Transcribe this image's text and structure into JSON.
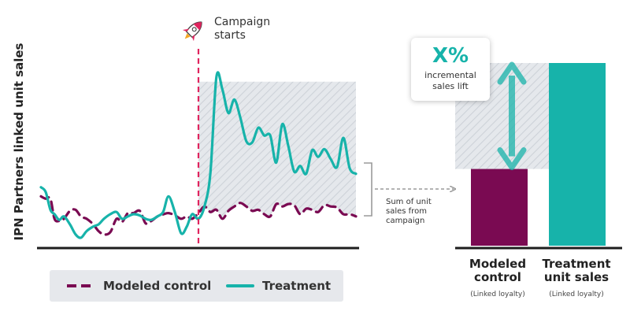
{
  "chart_data": [
    {
      "type": "line",
      "title": "",
      "ylabel": "IPN Partners linked unit sales",
      "xlabel": "",
      "grid": false,
      "ylim": [
        0,
        1
      ],
      "xlim": [
        0,
        100
      ],
      "series": [
        {
          "name": "Modeled control",
          "color": "#7a0a52",
          "style": "dashed",
          "x": [
            0,
            1.5,
            3,
            4.3,
            5.8,
            7.3,
            9.2,
            11,
            12.7,
            14.5,
            16.6,
            18.3,
            20,
            22,
            24,
            25.7,
            27.6,
            29.4,
            31.4,
            33.2,
            35,
            37,
            38.8,
            40.5,
            42.5,
            44.5,
            46.3,
            48,
            50,
            51.9,
            53.8,
            55.7,
            57.6,
            59.5,
            61.4,
            63.3,
            65.2,
            67.1,
            69,
            70.9,
            72.8,
            74.7,
            76.6,
            78.5,
            80.4,
            82.3,
            84.2,
            86.1,
            88,
            90,
            92,
            94,
            96,
            98,
            100
          ],
          "y": [
            0.268,
            0.255,
            0.255,
            0.146,
            0.134,
            0.146,
            0.189,
            0.195,
            0.158,
            0.146,
            0.116,
            0.079,
            0.061,
            0.073,
            0.146,
            0.128,
            0.177,
            0.177,
            0.189,
            0.122,
            0.134,
            0.159,
            0.17,
            0.177,
            0.165,
            0.146,
            0.159,
            0.146,
            0.177,
            0.213,
            0.183,
            0.195,
            0.146,
            0.189,
            0.213,
            0.232,
            0.213,
            0.189,
            0.195,
            0.171,
            0.159,
            0.226,
            0.213,
            0.226,
            0.22,
            0.171,
            0.201,
            0.195,
            0.183,
            0.22,
            0.213,
            0.207,
            0.171,
            0.171,
            0.159
          ]
        },
        {
          "name": "Treatment",
          "color": "#17b3aa",
          "style": "solid",
          "x": [
            0,
            1.5,
            3,
            4.3,
            5.8,
            7.3,
            9.2,
            11,
            12.7,
            14.5,
            16.6,
            18.3,
            20,
            22,
            24,
            25.7,
            27.6,
            29.4,
            31.4,
            33.2,
            35,
            37,
            38.8,
            40.5,
            42.5,
            44.5,
            46.3,
            48,
            50,
            51.9,
            53.8,
            55.7,
            57.6,
            59.5,
            61.4,
            63.3,
            65.2,
            67.1,
            69,
            70.9,
            72.8,
            74.7,
            76.6,
            78.5,
            80.4,
            82.3,
            84.2,
            86.1,
            88,
            90,
            92,
            94,
            96,
            98,
            100
          ],
          "y": [
            0.317,
            0.292,
            0.195,
            0.171,
            0.14,
            0.159,
            0.116,
            0.061,
            0.043,
            0.079,
            0.104,
            0.116,
            0.146,
            0.171,
            0.183,
            0.146,
            0.159,
            0.171,
            0.164,
            0.146,
            0.14,
            0.159,
            0.183,
            0.268,
            0.183,
            0.067,
            0.104,
            0.171,
            0.146,
            0.213,
            0.396,
            0.915,
            0.848,
            0.72,
            0.793,
            0.695,
            0.567,
            0.561,
            0.64,
            0.598,
            0.598,
            0.451,
            0.659,
            0.543,
            0.402,
            0.433,
            0.39,
            0.518,
            0.482,
            0.524,
            0.47,
            0.427,
            0.585,
            0.421,
            0.39
          ]
        }
      ],
      "annotations": {
        "event_x": 50,
        "event_label": "Campaign starts",
        "bracket_label": "Sum of unit sales from campaign"
      }
    },
    {
      "type": "bar",
      "title": "",
      "categories": [
        "Modeled control",
        "Treatment unit sales"
      ],
      "category_subtitles": [
        "(Linked loyalty)",
        "(Linked loyalty)"
      ],
      "values": [
        0.42,
        1.0
      ],
      "ylim": [
        0,
        1
      ],
      "colors": [
        "#7a0a52",
        "#17b3aa"
      ],
      "annotation": {
        "big": "X%",
        "small": "incremental sales lift"
      }
    }
  ],
  "legend": {
    "control": "Modeled control",
    "treatment": "Treatment"
  },
  "labels": {
    "campaign_line1": "Campaign",
    "campaign_line2": "starts",
    "sum_line1": "Sum of unit",
    "sum_line2": "sales from",
    "sum_line3": "campaign",
    "callout_big": "X%",
    "callout_small": "incremental sales lift",
    "bar1_line1": "Modeled",
    "bar1_line2": "control",
    "bar1_sub": "(Linked loyalty)",
    "bar2_line1": "Treatment",
    "bar2_line2": "unit sales",
    "bar2_sub": "(Linked loyalty)"
  },
  "colors": {
    "control": "#7a0a52",
    "treatment": "#17b3aa",
    "campaign_line": "#e0245e",
    "hatch": "#e4e7eb",
    "axis": "#1e1e1e"
  }
}
